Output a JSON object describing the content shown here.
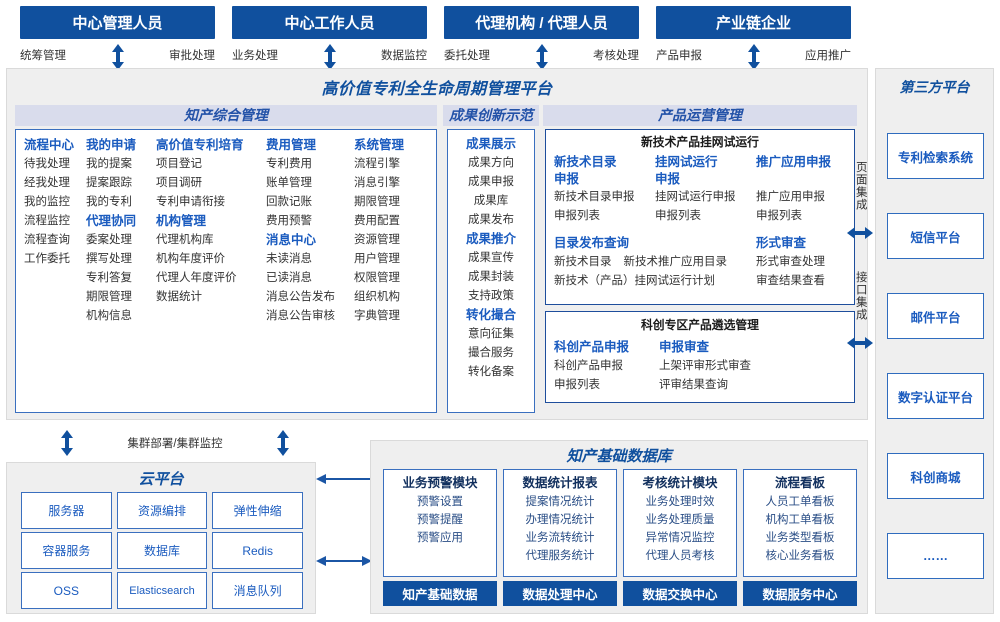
{
  "roles": [
    {
      "title": "中心管理人员",
      "left": "统筹管理",
      "right": "审批处理"
    },
    {
      "title": "中心工作人员",
      "left": "业务处理",
      "right": "数据监控"
    },
    {
      "title": "代理机构 / 代理人员",
      "left": "委托处理",
      "right": "考核处理"
    },
    {
      "title": "产业链企业",
      "left": "产品申报",
      "right": "应用推广"
    }
  ],
  "platform": {
    "title": "高价值专利全生命周期管理平台",
    "sections": {
      "ip_mgmt": {
        "title": "知产综合管理",
        "columns": [
          {
            "groups": [
              {
                "head": "流程中心",
                "items": [
                  "待我处理",
                  "经我处理",
                  "我的监控",
                  "流程监控",
                  "流程查询",
                  "工作委托"
                ]
              }
            ]
          },
          {
            "groups": [
              {
                "head": "我的申请",
                "items": [
                  "我的提案",
                  "提案跟踪",
                  "我的专利"
                ]
              },
              {
                "head": "代理协同",
                "items": [
                  "委案处理",
                  "撰写处理",
                  "专利答复",
                  "期限管理",
                  "机构信息"
                ]
              }
            ]
          },
          {
            "groups": [
              {
                "head": "高价值专利培育",
                "items": [
                  "项目登记",
                  "项目调研",
                  "专利申请衔接"
                ]
              },
              {
                "head": "机构管理",
                "items": [
                  "代理机构库",
                  "机构年度评价",
                  "代理人年度评价",
                  "数据统计"
                ]
              }
            ]
          },
          {
            "groups": [
              {
                "head": "费用管理",
                "items": [
                  "专利费用",
                  "账单管理",
                  "回款记账",
                  "费用预警"
                ]
              },
              {
                "head": "消息中心",
                "items": [
                  "未读消息",
                  "已读消息",
                  "消息公告发布",
                  "消息公告审核"
                ]
              }
            ]
          },
          {
            "groups": [
              {
                "head": "系统管理",
                "items": [
                  "流程引擎",
                  "消息引擎",
                  "期限管理",
                  "费用配置",
                  "资源管理",
                  "用户管理",
                  "权限管理",
                  "组织机构",
                  "字典管理"
                ]
              }
            ]
          }
        ]
      },
      "achievement": {
        "title": "成果创新示范",
        "groups": [
          {
            "head": "成果展示",
            "items": [
              "成果方向",
              "成果申报",
              "成果库",
              "成果发布"
            ]
          },
          {
            "head": "成果推介",
            "items": [
              "成果宣传",
              "成果封装",
              "支持政策"
            ]
          },
          {
            "head": "转化撮合",
            "items": [
              "意向征集",
              "撮合服务",
              "转化备案"
            ]
          }
        ]
      },
      "product_ops": {
        "title": "产品运营管理",
        "box1": {
          "caption": "新技术产品挂网试运行",
          "row1": [
            {
              "head": "新技术目录\n申报",
              "items": [
                "新技术目录申报",
                "申报列表"
              ]
            },
            {
              "head": "挂网试运行\n申报",
              "items": [
                "挂网试运行申报",
                "申报列表"
              ]
            },
            {
              "head": "推广应用申报",
              "items": [
                "推广应用申报",
                "申报列表"
              ]
            }
          ],
          "row2_left": {
            "head": "目录发布查询",
            "items": [
              "新技术目录",
              "新技术推广应用目录",
              "新技术（产品）挂网试运行计划"
            ]
          },
          "row2_right": {
            "head": "形式审查",
            "items": [
              "形式审查处理",
              "审查结果查看"
            ]
          }
        },
        "box2": {
          "caption": "科创专区产品遴选管理",
          "cols": [
            {
              "head": "科创产品申报",
              "items": [
                "科创产品申报",
                "申报列表"
              ]
            },
            {
              "head": "申报审查",
              "items": [
                "上架评审形式审查",
                "评审结果查询"
              ]
            }
          ]
        }
      }
    }
  },
  "integration": {
    "page_integration": "页面集成",
    "api_integration": "接口集成"
  },
  "third_party": {
    "title": "第三方平台",
    "items": [
      "专利检索系统",
      "短信平台",
      "邮件平台",
      "数字认证平台",
      "科创商城",
      "……"
    ]
  },
  "cloud": {
    "title": "云平台",
    "cluster_label": "集群部署/集群监控",
    "cells": [
      "服务器",
      "资源编排",
      "弹性伸缩",
      "容器服务",
      "数据库",
      "Redis",
      "OSS",
      "Elasticsearch",
      "消息队列"
    ]
  },
  "database": {
    "title": "知产基础数据库",
    "columns": [
      {
        "head": "业务预警模块",
        "items": [
          "预警设置",
          "预警提醒",
          "预警应用"
        ],
        "foot": "知产基础数据"
      },
      {
        "head": "数据统计报表",
        "items": [
          "提案情况统计",
          "办理情况统计",
          "业务流转统计",
          "代理服务统计"
        ],
        "foot": "数据处理中心"
      },
      {
        "head": "考核统计模块",
        "items": [
          "业务处理时效",
          "业务处理质量",
          "异常情况监控",
          "代理人员考核"
        ],
        "foot": "数据交换中心"
      },
      {
        "head": "流程看板",
        "items": [
          "人员工单看板",
          "机构工单看板",
          "业务类型看板",
          "核心业务看板"
        ],
        "foot": "数据服务中心"
      }
    ]
  },
  "colors": {
    "brand_blue": "#10509E",
    "accent_blue": "#1A5BBF",
    "section_band": "#D9DCEC",
    "panel_bg": "#EFEFEF"
  }
}
